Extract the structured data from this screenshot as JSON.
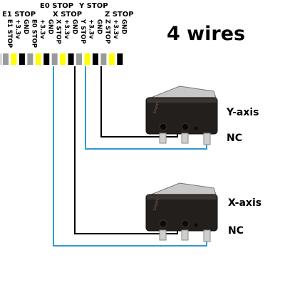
{
  "title": "4 wires",
  "header_labels": [
    "E0 STOP",
    "Y STOP",
    "E1 STOP",
    "X STOP",
    "Z STOP"
  ],
  "pins": [
    {
      "label": "E1 STOP",
      "color": "#9a9a9a"
    },
    {
      "label": "+3.3v",
      "color": "#ffff00"
    },
    {
      "label": "GND",
      "color": "#000000"
    },
    {
      "label": "E0 STOP",
      "color": "#9a9a9a"
    },
    {
      "label": "+3.3v",
      "color": "#ffff00"
    },
    {
      "label": "GND",
      "color": "#000000"
    },
    {
      "label": "X STOP",
      "color": "#9a9a9a"
    },
    {
      "label": "+3.3v",
      "color": "#ffff00"
    },
    {
      "label": "GND",
      "color": "#000000"
    },
    {
      "label": "Y STOP",
      "color": "#9a9a9a"
    },
    {
      "label": "+3.3v",
      "color": "#ffff00"
    },
    {
      "label": "GND",
      "color": "#000000"
    },
    {
      "label": "Z STOP",
      "color": "#9a9a9a"
    },
    {
      "label": "+3.3v",
      "color": "#ffff00"
    },
    {
      "label": "GND",
      "color": "#000000"
    }
  ],
  "switches": [
    {
      "axis_label": "Y-axis",
      "terminal_label": "NC"
    },
    {
      "axis_label": "X-axis",
      "terminal_label": "NC"
    }
  ],
  "switch_marking": "SANMY",
  "wire_colors": {
    "signal": "#3399cc",
    "ground": "#000000"
  }
}
